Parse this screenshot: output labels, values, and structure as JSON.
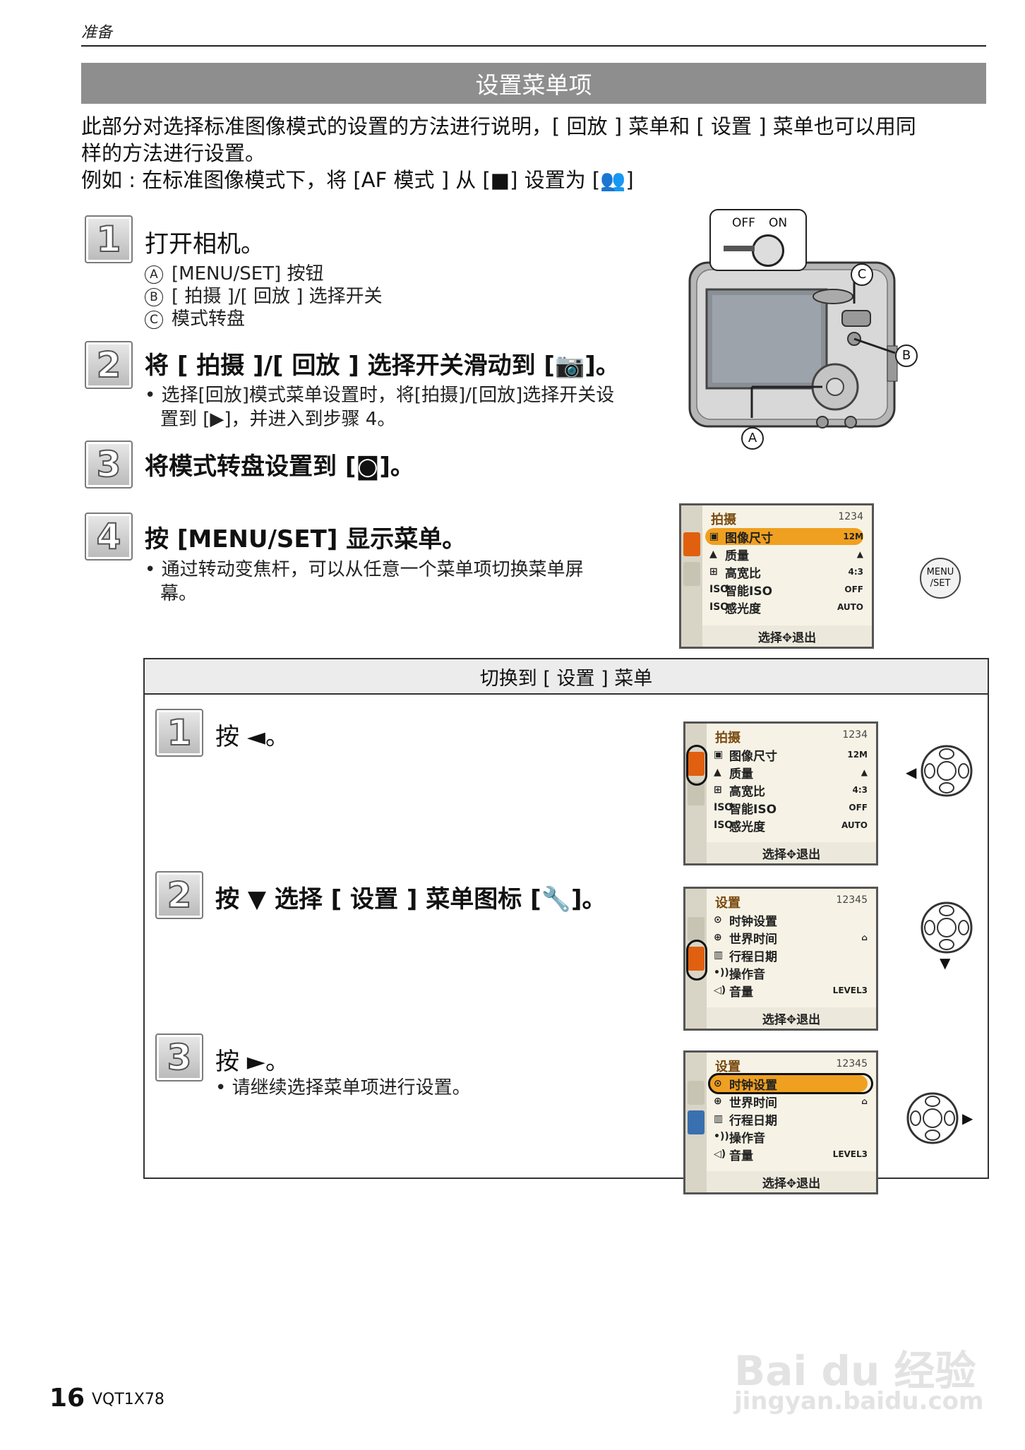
{
  "header": {
    "section_label": "准备"
  },
  "section_title": "设置菜单项",
  "intro": {
    "line1": "此部分对选择标准图像模式的设置的方法进行说明，[ 回放 ] 菜单和 [ 设置 ] 菜单也可以用同",
    "line2": "样的方法进行设置。",
    "line3": "例如 : 在标准图像模式下，将 [AF 模式 ] 从 [■] 设置为 [👥]"
  },
  "steps": [
    {
      "num": "1",
      "title": "打开相机。",
      "items": [
        {
          "letter": "A",
          "text": "[MENU/SET] 按钮"
        },
        {
          "letter": "B",
          "text": "[ 拍摄 ]/[ 回放 ] 选择开关"
        },
        {
          "letter": "C",
          "text": "模式转盘"
        }
      ]
    },
    {
      "num": "2",
      "title": "将 [ 拍摄 ]/[ 回放 ] 选择开关滑动到 [📷]。",
      "bullet_l1": "• 选择[回放]模式菜单设置时，将[拍摄]/[回放]选择开关设",
      "bullet_l2": "置到 [▶]，并进入到步骤 4。"
    },
    {
      "num": "3",
      "title": "将模式转盘设置到 [◙]。"
    },
    {
      "num": "4",
      "title": "按 [MENU/SET] 显示菜单。",
      "bullet_l1": "• 通过转动变焦杆，可以从任意一个菜单项切换菜单屏",
      "bullet_l2": "幕。"
    }
  ],
  "camera": {
    "switch_off": "OFF",
    "switch_on": "ON",
    "label_a": "A",
    "label_b": "B",
    "label_c": "C"
  },
  "menu_button": {
    "line1": "MENU",
    "line2": "/SET"
  },
  "lcd_rec": {
    "header": "拍摄",
    "page": "1234",
    "rows": [
      {
        "icon": "▣",
        "label": "图像尺寸",
        "value": "12M"
      },
      {
        "icon": "▲",
        "label": "质量",
        "value": "▲"
      },
      {
        "icon": "⊞",
        "label": "高宽比",
        "value": "4:3"
      },
      {
        "icon": "ISO",
        "label": "智能ISO",
        "value": "OFF"
      },
      {
        "icon": "ISO",
        "label": "感光度",
        "value": "AUTO"
      }
    ],
    "footer": "选择✥退出"
  },
  "lcd_setup": {
    "header": "设置",
    "page": "12345",
    "rows": [
      {
        "icon": "⊙",
        "label": "时钟设置",
        "value": ""
      },
      {
        "icon": "⊕",
        "label": "世界时间",
        "value": "⌂"
      },
      {
        "icon": "▥",
        "label": "行程日期",
        "value": ""
      },
      {
        "icon": "•))",
        "label": "操作音",
        "value": ""
      },
      {
        "icon": "◁)",
        "label": "音量",
        "value": "LEVEL3"
      }
    ],
    "footer": "选择✥退出"
  },
  "switch_panel": {
    "title": "切换到 [ 设置 ] 菜单",
    "steps": [
      {
        "num": "1",
        "title": "按 ◄。",
        "arrow": "◀"
      },
      {
        "num": "2",
        "title": "按 ▼ 选择 [ 设置 ] 菜单图标 [🔧]。",
        "arrow": "▼"
      },
      {
        "num": "3",
        "title": "按 ►。",
        "bullet": "• 请继续选择菜单项进行设置。",
        "arrow": "▶"
      }
    ]
  },
  "footer": {
    "page_number": "16",
    "code": "VQT1X78"
  },
  "watermark": {
    "line1": "Bai du 经验",
    "line2": "jingyan.baidu.com"
  }
}
